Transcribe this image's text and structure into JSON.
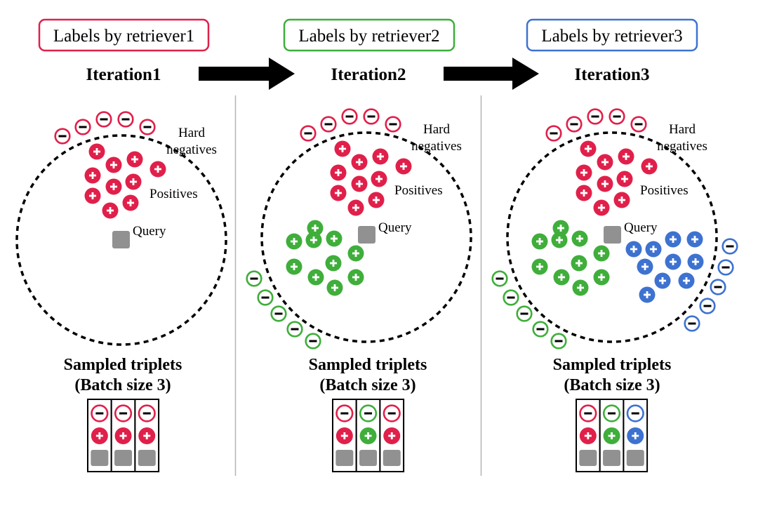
{
  "colors": {
    "retriever1": "#e0204a",
    "retriever2": "#3fae3a",
    "retriever3": "#3d72d0",
    "query": "#919191",
    "arrow": "#000000",
    "divider": "#b4b4b4"
  },
  "panels": [
    {
      "label_box": "Labels by retriever1",
      "label_color_key": "retriever1",
      "title": "Iteration1",
      "annotations": {
        "hard_negatives_line1": "Hard",
        "hard_negatives_line2": "negatives",
        "positives": "Positives",
        "query": "Query"
      },
      "triplet_title_line1": "Sampled triplets",
      "triplet_title_line2": "(Batch size 3)",
      "groups": [
        {
          "retriever": "retriever1",
          "positives_count": 10,
          "negatives_count": 5
        }
      ],
      "triplets": [
        {
          "negative": "retriever1",
          "positive": "retriever1"
        },
        {
          "negative": "retriever1",
          "positive": "retriever1"
        },
        {
          "negative": "retriever1",
          "positive": "retriever1"
        }
      ]
    },
    {
      "label_box": "Labels by retriever2",
      "label_color_key": "retriever2",
      "title": "Iteration2",
      "annotations": {
        "hard_negatives_line1": "Hard",
        "hard_negatives_line2": "negatives",
        "positives": "Positives",
        "query": "Query"
      },
      "triplet_title_line1": "Sampled triplets",
      "triplet_title_line2": "(Batch size 3)",
      "groups": [
        {
          "retriever": "retriever1",
          "positives_count": 10,
          "negatives_count": 5
        },
        {
          "retriever": "retriever2",
          "positives_count": 10,
          "negatives_count": 5
        }
      ],
      "triplets": [
        {
          "negative": "retriever1",
          "positive": "retriever1"
        },
        {
          "negative": "retriever2",
          "positive": "retriever2"
        },
        {
          "negative": "retriever1",
          "positive": "retriever1"
        }
      ]
    },
    {
      "label_box": "Labels by retriever3",
      "label_color_key": "retriever3",
      "title": "Iteration3",
      "annotations": {
        "hard_negatives_line1": "Hard",
        "hard_negatives_line2": "negatives",
        "positives": "Positives",
        "query": "Query"
      },
      "triplet_title_line1": "Sampled triplets",
      "triplet_title_line2": "(Batch size 3)",
      "groups": [
        {
          "retriever": "retriever1",
          "positives_count": 10,
          "negatives_count": 5
        },
        {
          "retriever": "retriever2",
          "positives_count": 10,
          "negatives_count": 5
        },
        {
          "retriever": "retriever3",
          "positives_count": 10,
          "negatives_count": 5
        }
      ],
      "triplets": [
        {
          "negative": "retriever1",
          "positive": "retriever1"
        },
        {
          "negative": "retriever2",
          "positive": "retriever2"
        },
        {
          "negative": "retriever3",
          "positive": "retriever3"
        }
      ]
    }
  ],
  "symbols": {
    "positive": "+",
    "negative": "−"
  }
}
